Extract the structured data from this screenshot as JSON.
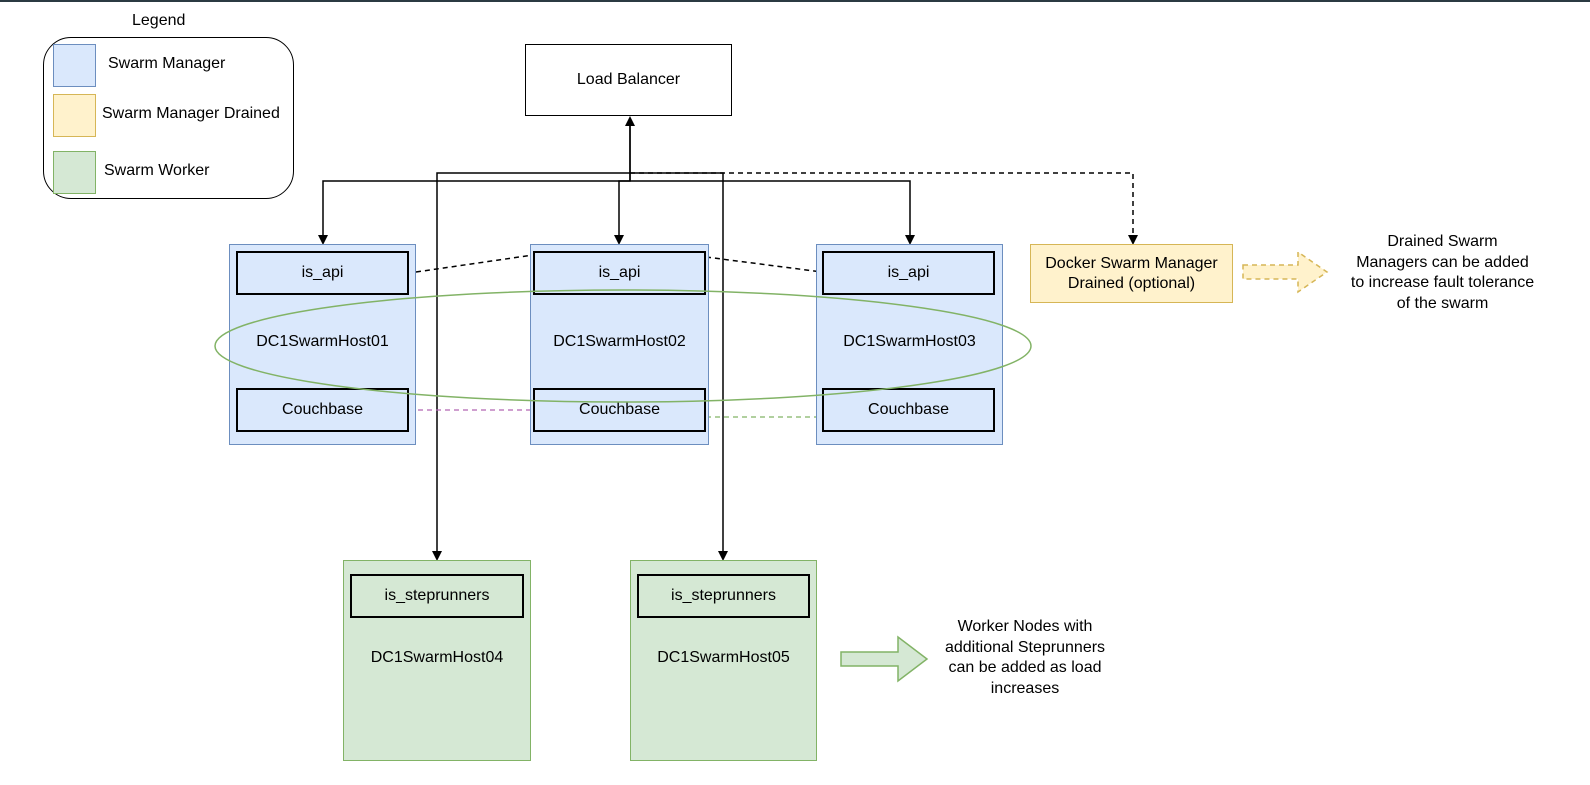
{
  "legend": {
    "title": "Legend",
    "items": [
      {
        "label": "Swarm Manager",
        "fill": "#dae8fc",
        "stroke": "#6c8ebf"
      },
      {
        "label": "Swarm Manager Drained",
        "fill": "#fff2cc",
        "stroke": "#d6b656"
      },
      {
        "label": "Swarm Worker",
        "fill": "#d5e8d4",
        "stroke": "#82b366"
      }
    ]
  },
  "load_balancer": {
    "label": "Load Balancer"
  },
  "managers": [
    {
      "host": "DC1SwarmHost01",
      "api": "is_api",
      "db": "Couchbase"
    },
    {
      "host": "DC1SwarmHost02",
      "api": "is_api",
      "db": "Couchbase"
    },
    {
      "host": "DC1SwarmHost03",
      "api": "is_api",
      "db": "Couchbase"
    }
  ],
  "drained_manager": {
    "line1": "Docker Swarm Manager",
    "line2": "Drained (optional)"
  },
  "drained_note": {
    "lines": [
      "Drained Swarm",
      "Managers can be added",
      "to increase fault tolerance",
      "of the swarm"
    ]
  },
  "workers": [
    {
      "host": "DC1SwarmHost04",
      "service": "is_steprunners"
    },
    {
      "host": "DC1SwarmHost05",
      "service": "is_steprunners"
    }
  ],
  "worker_note": {
    "lines": [
      "Worker Nodes with",
      "additional Steprunners",
      "can be added as load",
      "increases"
    ]
  },
  "colors": {
    "manager_fill": "#dae8fc",
    "manager_stroke": "#6c8ebf",
    "worker_fill": "#d5e8d4",
    "worker_stroke": "#82b366",
    "drained_fill": "#fff2cc",
    "drained_stroke": "#d6b656",
    "quorum_ellipse": "#82b366",
    "couchbase_link_1": "#b266b2",
    "couchbase_link_2": "#82b366"
  }
}
